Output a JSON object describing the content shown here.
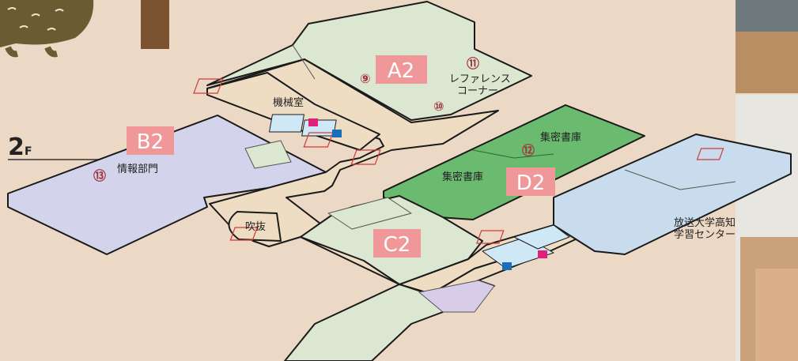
{
  "floor": {
    "number": "2",
    "suffix": "F"
  },
  "zones": {
    "a2": "A2",
    "b2": "B2",
    "c2": "C2",
    "d2": "D2"
  },
  "markers": {
    "m9": "⑨",
    "m10": "⑩",
    "m11": "⑪",
    "m12": "⑫",
    "m13": "⑬"
  },
  "rooms": {
    "machine_room": "機械室",
    "reference_line1": "レファレンス",
    "reference_line2": "コーナー",
    "stacks_1": "集密書庫",
    "stacks_2": "集密書庫",
    "info_dept": "情報部門",
    "atrium": "吹抜",
    "center_line1": "放送大学高知",
    "center_line2": "学習センター"
  },
  "colors": {
    "background": "#ecd9c5",
    "corridor": "#eeddc3",
    "area_a": "#dbe7d0",
    "area_b": "#d4d3ec",
    "area_d": "#6aba70",
    "area_center": "#c8dcee",
    "badge": "#f0979a",
    "marker": "#a0323c"
  }
}
